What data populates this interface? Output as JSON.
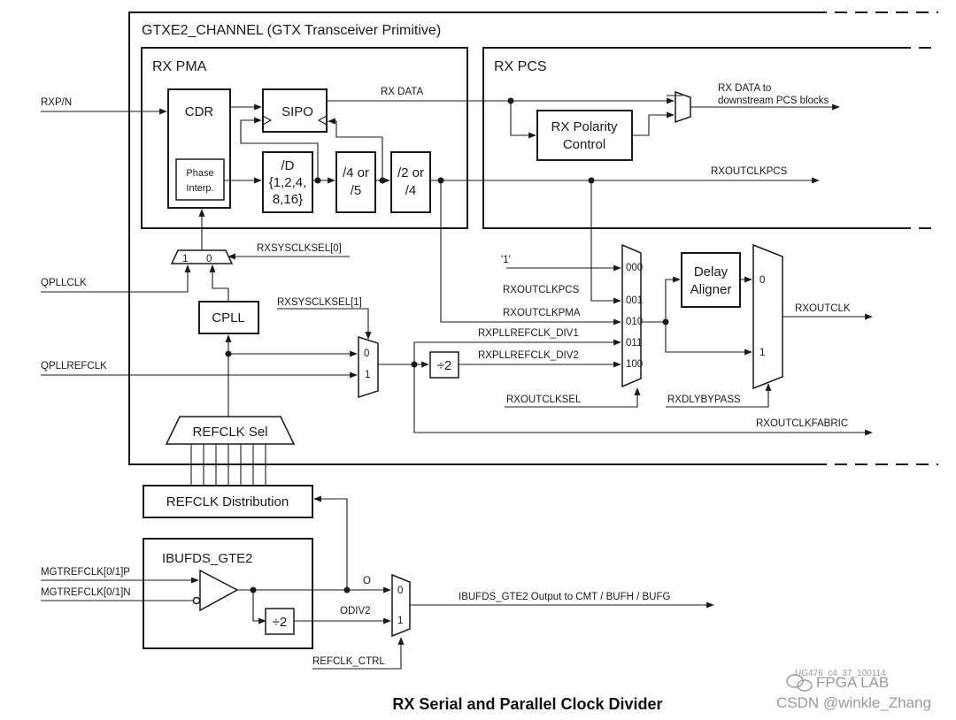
{
  "diagram": {
    "title": "GTXE2_CHANNEL (GTX Transceiver Primitive)",
    "caption": "RX Serial and Parallel Clock Divider",
    "blocks": {
      "rx_pma": "RX PMA",
      "rx_pcs": "RX PCS",
      "cdr": "CDR",
      "phase_interp_1": "Phase",
      "phase_interp_2": "Interp.",
      "sipo": "SIPO",
      "div_d_1": "/D",
      "div_d_2": "{1,2,4,",
      "div_d_3": "8,16}",
      "div_4or5_1": "/4 or",
      "div_4or5_2": "/5",
      "div_2or4_1": "/2 or",
      "div_2or4_2": "/4",
      "rx_polarity_1": "RX Polarity",
      "rx_polarity_2": "Control",
      "delay_aligner_1": "Delay",
      "delay_aligner_2": "Aligner",
      "cpll": "CPLL",
      "refclk_sel": "REFCLK Sel",
      "refclk_dist": "REFCLK Distribution",
      "ibufds": "IBUFDS_GTE2",
      "div2_a": "÷2",
      "div2_b": "÷2"
    },
    "signals": {
      "rxp_n": "RXP/N",
      "rx_data": "RX DATA",
      "rx_data_out_1": "RX DATA to",
      "rx_data_out_2": "downstream PCS blocks",
      "rxoutclkpcs_top": "RXOUTCLKPCS",
      "rxsysclksel0": "RXSYSCLKSEL[0]",
      "rxsysclksel1": "RXSYSCLKSEL[1]",
      "qpllclk": "QPLLCLK",
      "qpllrefclk": "QPLLREFCLK",
      "const_one": "'1'",
      "rxoutclkpcs_in": "RXOUTCLKPCS",
      "rxoutclkpma": "RXOUTCLKPMA",
      "rxpllrefclk_div1": "RXPLLREFCLK_DIV1",
      "rxpllrefclk_div2": "RXPLLREFCLK_DIV2",
      "rxoutclksel": "RXOUTCLKSEL",
      "rxdlybypass": "RXDLYBYPASS",
      "rxoutclk": "RXOUTCLK",
      "rxoutclkfabric": "RXOUTCLKFABRIC",
      "mgtrefclk_p": "MGTREFCLK[0/1]P",
      "mgtrefclk_n": "MGTREFCLK[0/1]N",
      "o": "O",
      "odiv2": "ODIV2",
      "ibufds_out": "IBUFDS_GTE2  Output to CMT / BUFH / BUFG",
      "refclk_ctrl": "REFCLK_CTRL"
    },
    "mux_inputs": {
      "sysclk0_one": "1",
      "sysclk0_zero": "0",
      "sysclk1_zero": "0",
      "sysclk1_one": "1",
      "outsel_000": "000",
      "outsel_001": "001",
      "outsel_010": "010",
      "outsel_011": "011",
      "outsel_100": "100",
      "dly_zero": "0",
      "dly_one": "1",
      "ib_zero": "0",
      "ib_one": "1"
    }
  },
  "watermark": {
    "figure_id": "UG476_c4_37_100114",
    "brand": "FPGA LAB",
    "credit": "CSDN @winkle_Zhang"
  }
}
